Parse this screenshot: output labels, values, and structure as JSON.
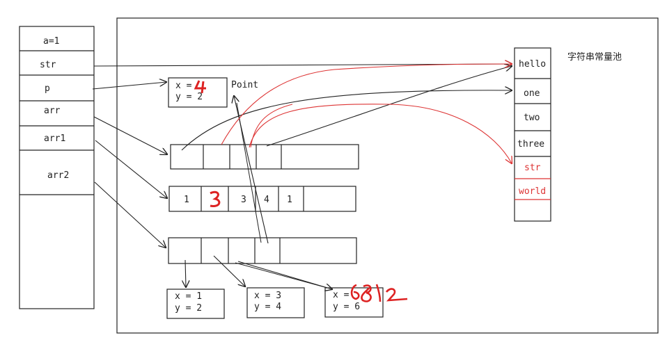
{
  "stack": {
    "vars": [
      "a=1",
      "str",
      "p",
      "arr",
      "arr1",
      "arr2"
    ]
  },
  "point": {
    "x_line": "x = ",
    "y_line": "y = 2",
    "label": "Point",
    "x_override": "4"
  },
  "arr1": {
    "cells": [
      "1",
      "3",
      "3",
      "4",
      "1"
    ]
  },
  "objects": [
    {
      "x_line": "x = 1",
      "y_line": "y = 2"
    },
    {
      "x_line": "x = 3",
      "y_line": "y = 4"
    },
    {
      "x_line": "x = ",
      "y_line": "y = 6",
      "scribble": "6812"
    }
  ],
  "pool": {
    "title": "字符串常量池",
    "entries": [
      "hello",
      "one",
      "two",
      "three",
      "str",
      "world"
    ]
  },
  "colors": {
    "ink": "#222222",
    "annotation": "#dd3333"
  }
}
